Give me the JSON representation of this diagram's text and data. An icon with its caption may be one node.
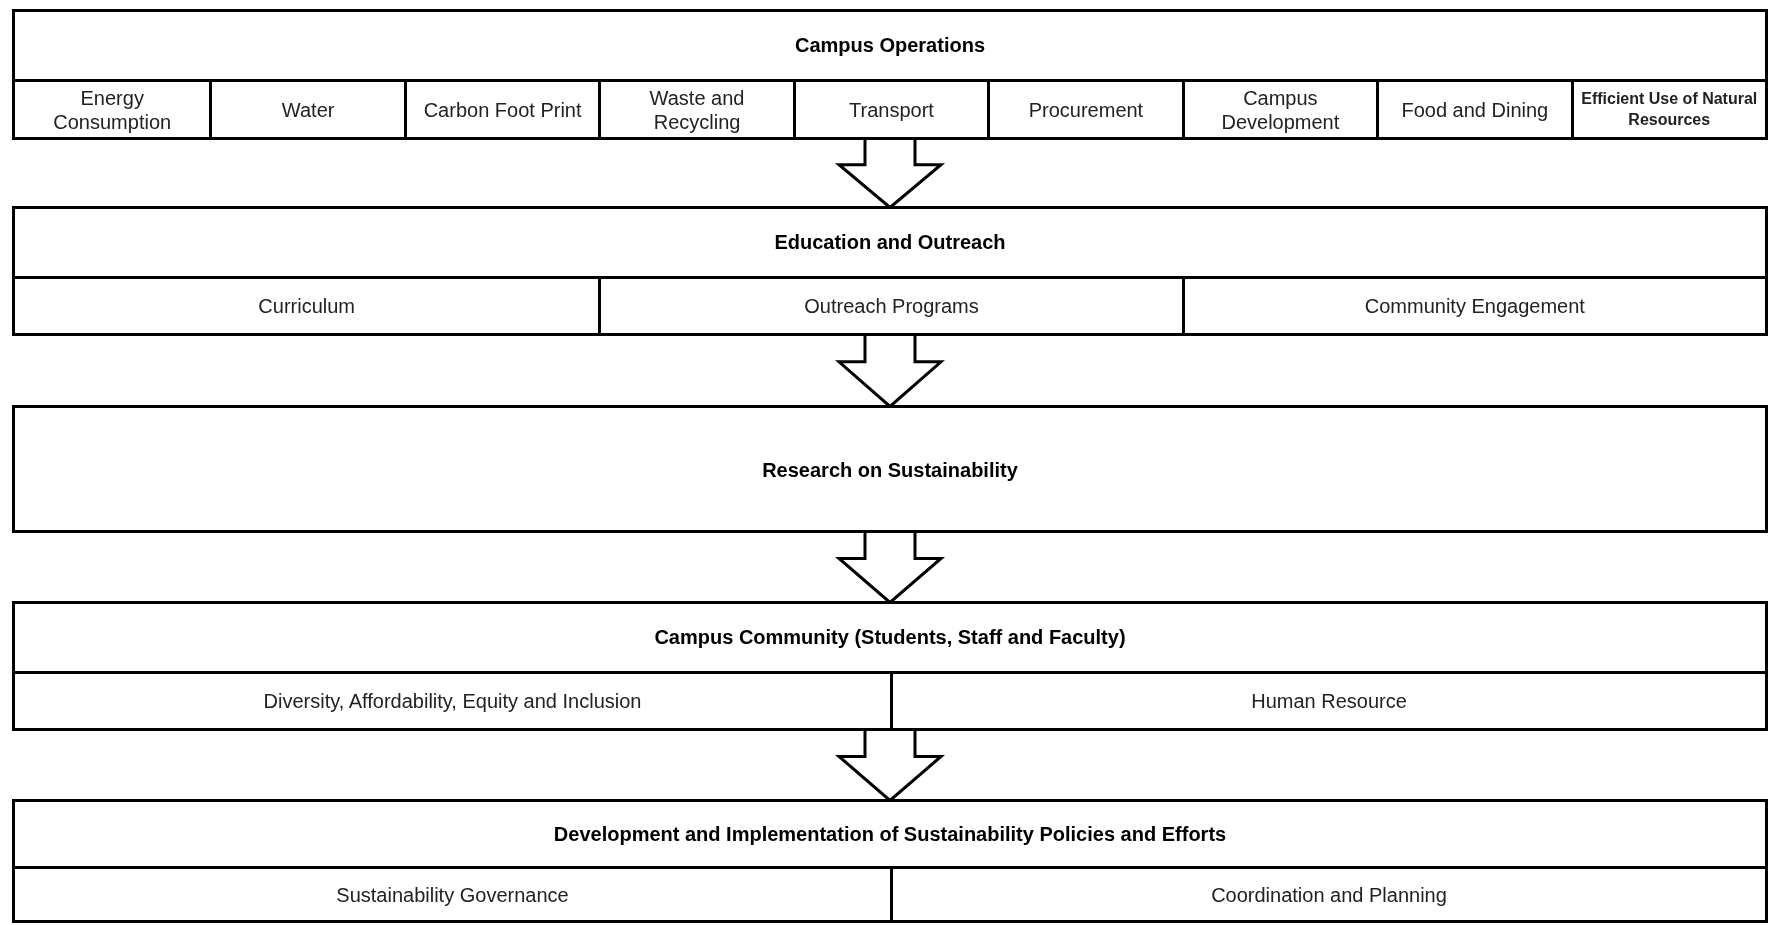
{
  "diagram": {
    "nodes": [
      {
        "text": [
          "Campus Operations"
        ]
      },
      {
        "text": [
          "Energy Consumption"
        ],
        "in": 0
      },
      {
        "text": [
          "Water"
        ],
        "in": 0
      },
      {
        "text": [
          "Carbon Foot Print"
        ],
        "in": 0
      },
      {
        "text": [
          "Waste and Recycling"
        ],
        "in": 0
      },
      {
        "text": [
          "Transport"
        ],
        "in": 0
      },
      {
        "text": [
          "Procurement"
        ],
        "in": 0
      },
      {
        "text": [
          "Campus Development"
        ],
        "in": 0
      },
      {
        "text": [
          "Food and Dining"
        ],
        "in": 0
      },
      {
        "text": [
          "Efficient Use of Natural Resources"
        ],
        "in": 0
      },
      {
        "text": [
          "Education and Outreach"
        ]
      },
      {
        "text": [
          "Curriculum"
        ],
        "in": 10
      },
      {
        "text": [
          "Outreach Programs"
        ],
        "in": 10
      },
      {
        "text": [
          "Community Engagement"
        ],
        "in": 10
      },
      {
        "text": [
          "Research on Sustainability"
        ]
      },
      {
        "text": [
          "Campus Community (Students, Staff and Faculty)"
        ]
      },
      {
        "text": [
          "Diversity, Affordability, Equity and Inclusion"
        ],
        "in": 15
      },
      {
        "text": [
          "Human Resource"
        ],
        "in": 15
      },
      {
        "text": [
          "Development and Implementation of Sustainability Policies and Efforts"
        ]
      },
      {
        "text": [
          "Sustainability Governance"
        ],
        "in": 18
      },
      {
        "text": [
          "Coordination and Planning"
        ],
        "in": 18
      }
    ],
    "edges": [
      {
        "from": 0,
        "to": 10,
        "arrow": "to"
      },
      {
        "from": 10,
        "to": 14,
        "arrow": "to"
      },
      {
        "from": 14,
        "to": 15,
        "arrow": "to"
      },
      {
        "from": 15,
        "to": 18,
        "arrow": "to"
      }
    ]
  }
}
